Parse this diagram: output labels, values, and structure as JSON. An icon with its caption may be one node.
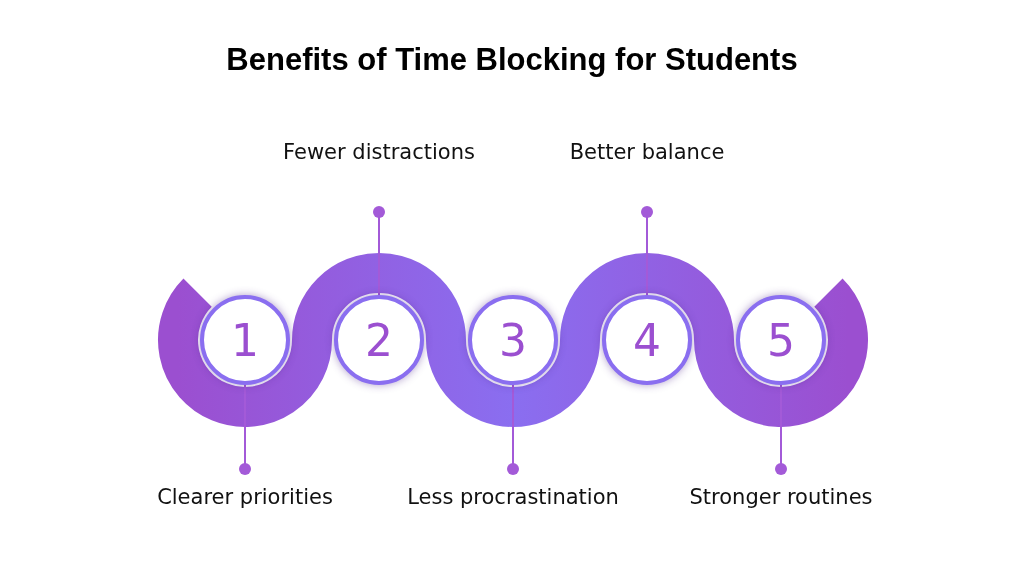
{
  "diagram": {
    "title": "Benefits of Time Blocking for Students",
    "nodes": [
      {
        "text": [
          "1"
        ]
      },
      {
        "text": [
          "2"
        ]
      },
      {
        "text": [
          "3"
        ]
      },
      {
        "text": [
          "4"
        ]
      },
      {
        "text": [
          "5"
        ]
      },
      {
        "text": [
          "Clearer priorities"
        ]
      },
      {
        "text": [
          "Fewer distractions"
        ]
      },
      {
        "text": [
          "Less procrastination"
        ]
      },
      {
        "text": [
          "Better balance"
        ]
      },
      {
        "text": [
          "Stronger routines"
        ]
      }
    ],
    "edges": [
      {
        "from": 5,
        "to": 0,
        "arrow": "other"
      },
      {
        "from": 6,
        "to": 1,
        "arrow": "other"
      },
      {
        "from": 7,
        "to": 2,
        "arrow": "other"
      },
      {
        "from": 8,
        "to": 3,
        "arrow": "other"
      },
      {
        "from": 9,
        "to": 4,
        "arrow": "other"
      }
    ]
  }
}
